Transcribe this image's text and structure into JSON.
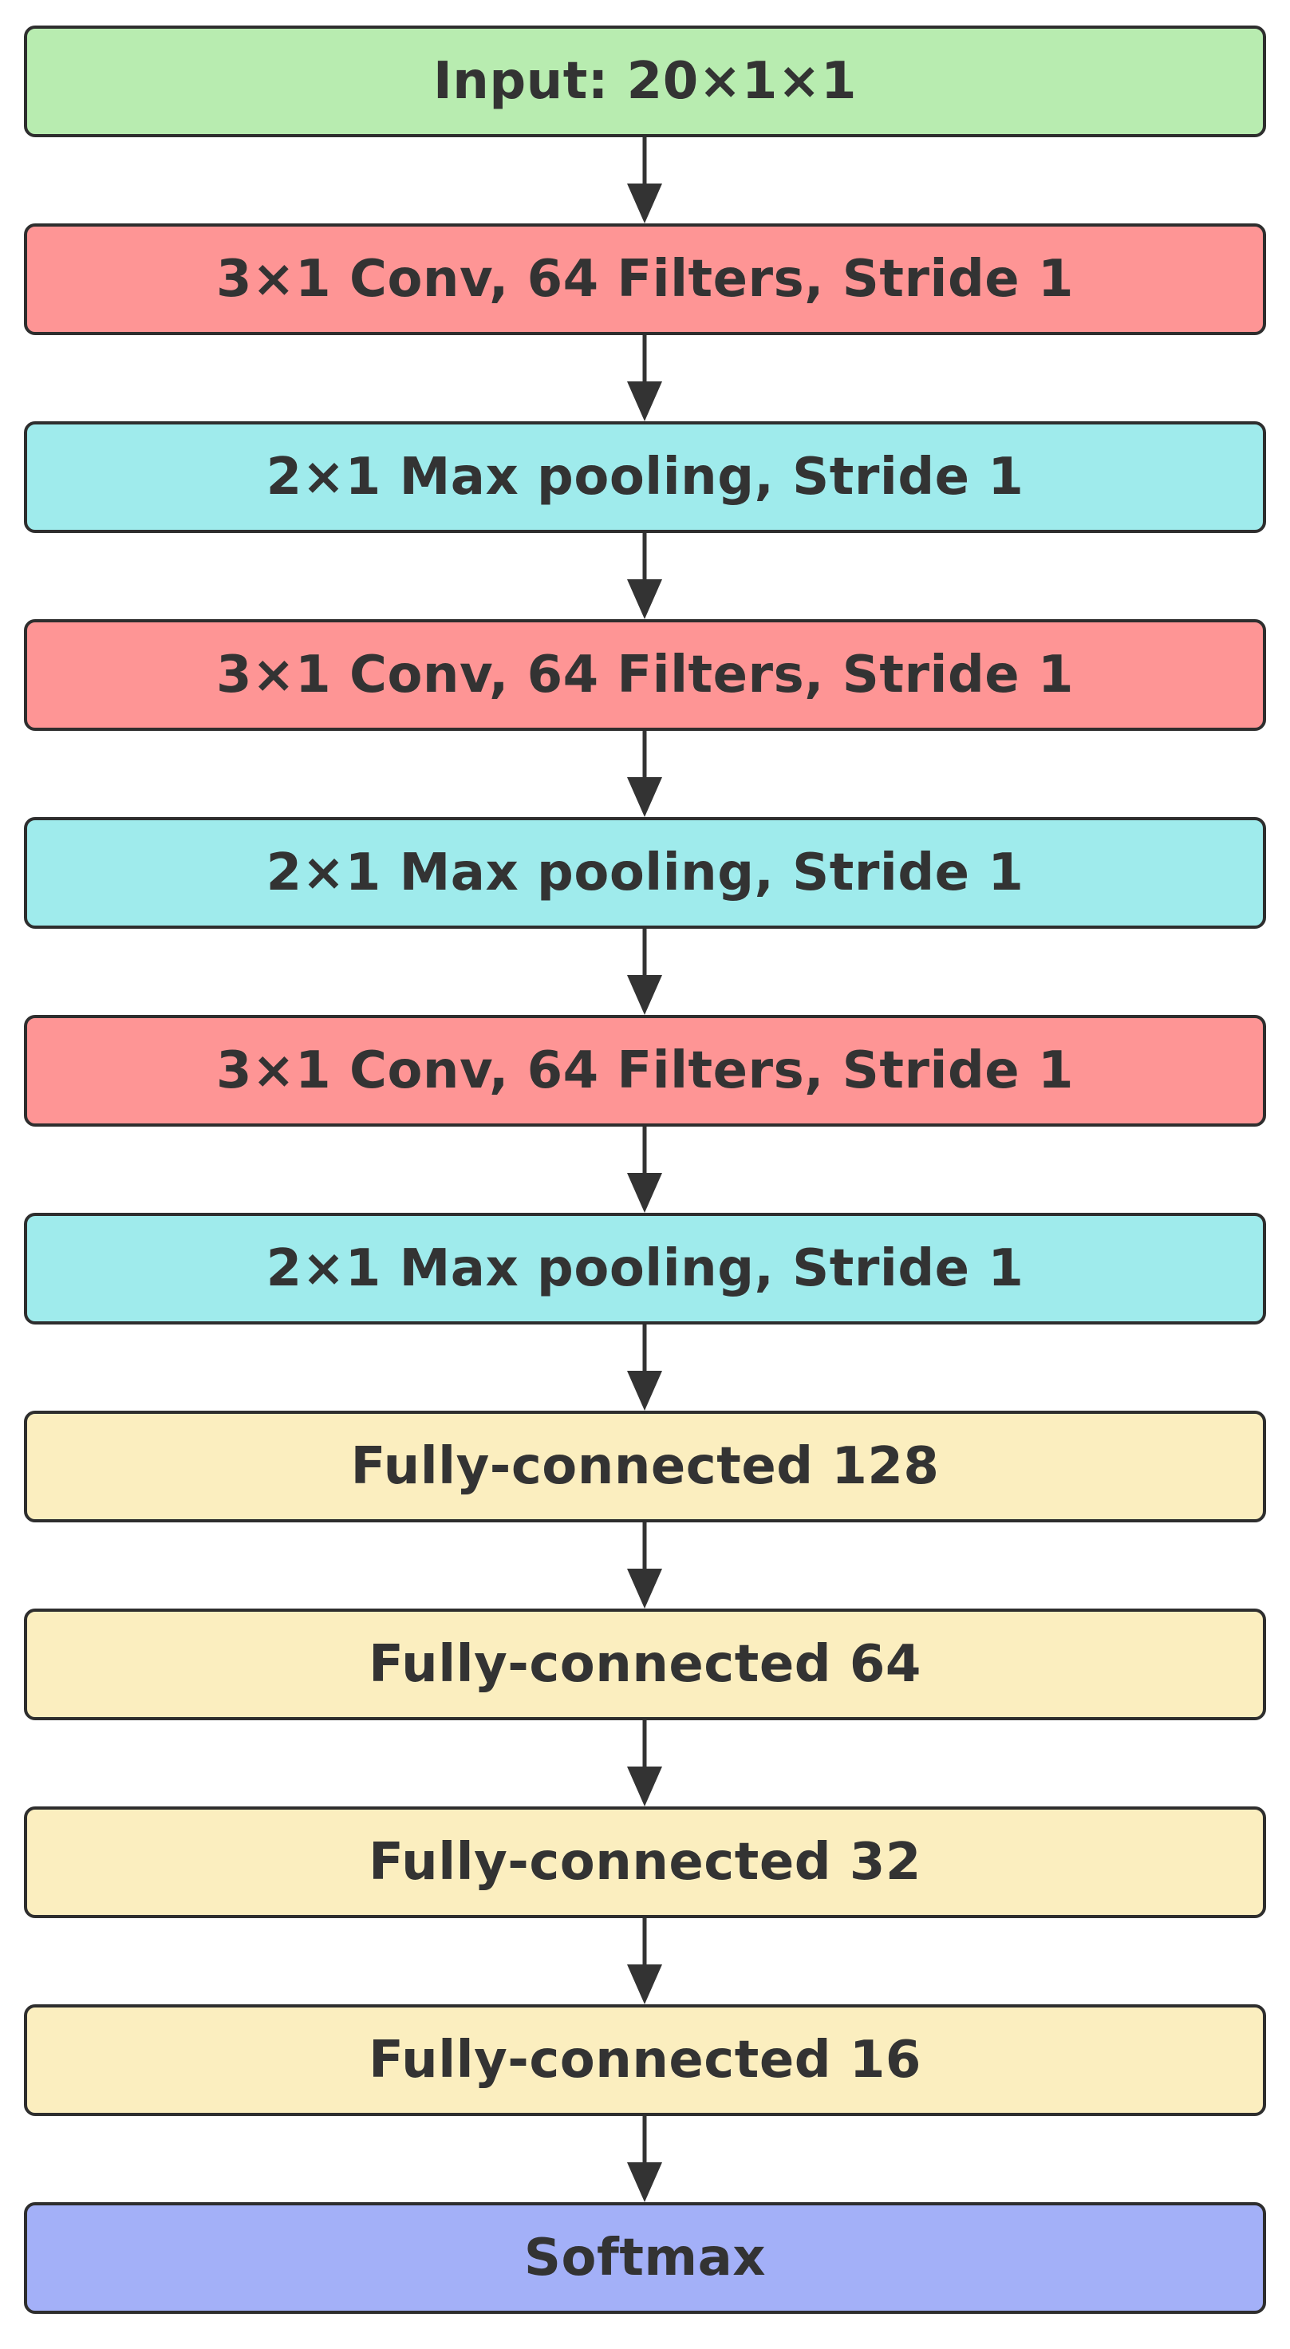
{
  "diagram": {
    "layers": [
      {
        "label": "Input:  20×1×1",
        "kind": "input"
      },
      {
        "label": "3×1 Conv, 64 Filters, Stride 1",
        "kind": "conv"
      },
      {
        "label": "2×1 Max pooling, Stride 1",
        "kind": "pool"
      },
      {
        "label": "3×1 Conv, 64 Filters, Stride 1",
        "kind": "conv"
      },
      {
        "label": "2×1 Max pooling, Stride 1",
        "kind": "pool"
      },
      {
        "label": "3×1 Conv, 64 Filters, Stride 1",
        "kind": "conv"
      },
      {
        "label": "2×1 Max pooling, Stride 1",
        "kind": "pool"
      },
      {
        "label": "Fully-connected 128",
        "kind": "fc"
      },
      {
        "label": "Fully-connected 64",
        "kind": "fc"
      },
      {
        "label": "Fully-connected 32",
        "kind": "fc"
      },
      {
        "label": "Fully-connected 16",
        "kind": "fc"
      },
      {
        "label": "Softmax",
        "kind": "softmax"
      }
    ],
    "colors": {
      "input": "#b8ecb0",
      "conv": "#fe9595",
      "pool": "#9febec",
      "fc": "#fbeebf",
      "softmax": "#a3b0f8",
      "border": "#2e2e2e",
      "arrow": "#333333",
      "text": "#333333"
    }
  }
}
